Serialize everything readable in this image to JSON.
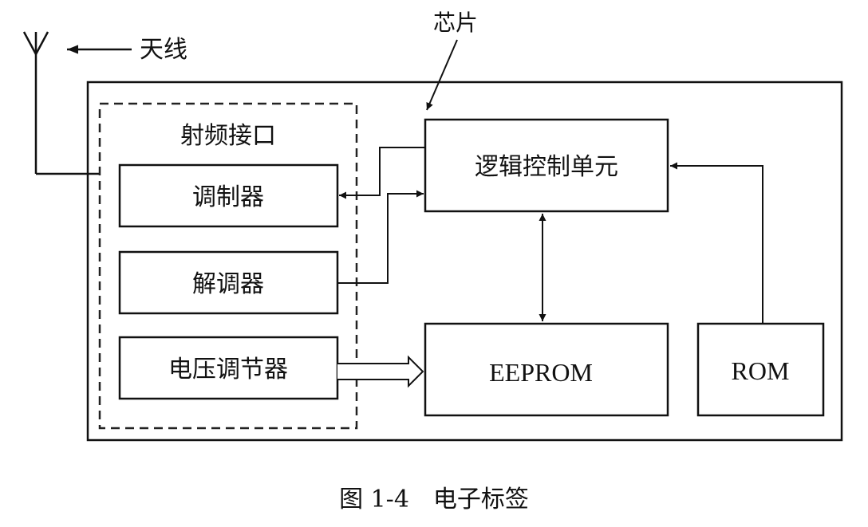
{
  "labels": {
    "antenna": "天线",
    "chip": "芯片",
    "rf_interface": "射频接口",
    "modulator": "调制器",
    "demodulator": "解调器",
    "voltage_regulator": "电压调节器",
    "logic_control_unit": "逻辑控制单元",
    "eeprom": "EEPROM",
    "rom": "ROM"
  },
  "caption": "图 1-4　电子标签"
}
